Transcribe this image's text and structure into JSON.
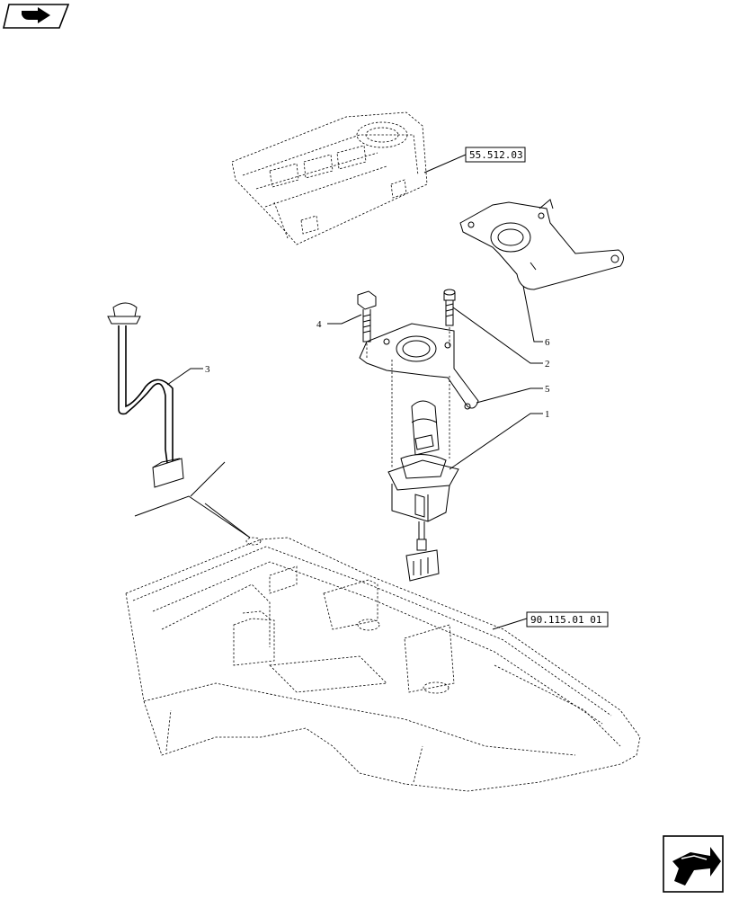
{
  "diagram": {
    "reference_boxes": [
      {
        "id": "ref-top",
        "label": "55.512.03"
      },
      {
        "id": "ref-bottom",
        "label": "90.115.01 01"
      }
    ],
    "callouts": [
      {
        "id": "1",
        "label": "1"
      },
      {
        "id": "2",
        "label": "2"
      },
      {
        "id": "3",
        "label": "3"
      },
      {
        "id": "4",
        "label": "4"
      },
      {
        "id": "5",
        "label": "5"
      },
      {
        "id": "6",
        "label": "6"
      }
    ],
    "icons": {
      "top_left": "next-page-arrow-icon",
      "bottom_right": "page-turn-arrow-icon"
    }
  }
}
